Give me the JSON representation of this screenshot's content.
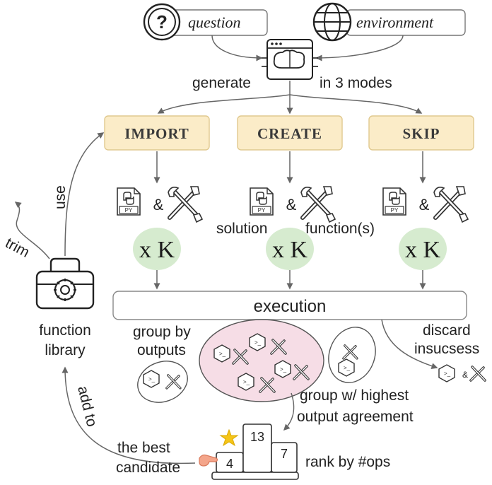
{
  "inputs": {
    "question": "question",
    "environment": "environment"
  },
  "generate": {
    "left": "generate",
    "right": "in 3 modes"
  },
  "modes": [
    {
      "label": "IMPORT"
    },
    {
      "label": "CREATE"
    },
    {
      "label": "SKIP"
    }
  ],
  "py_label": "PY",
  "amp": "&",
  "solution_label": "solution",
  "functions_label": "function(s)",
  "multiplier": "x K",
  "execution_label": "execution",
  "library": {
    "line1": "function",
    "line2": "library",
    "use": "use",
    "trim": "trim",
    "add_to": "add to"
  },
  "grouping": {
    "group_by_l1": "group by",
    "group_by_l2": "outputs",
    "discard_l1": "discard",
    "discard_l2": "insucsess",
    "highest_l1": "group w/ highest",
    "highest_l2": "output agreement"
  },
  "ranking": {
    "best_l1": "the best",
    "best_l2": "candidate",
    "rank_label": "rank by #ops",
    "values": [
      "4",
      "13",
      "7"
    ]
  },
  "colors": {
    "mode_fill": "#fbecc8",
    "mode_stroke": "#e0c98f",
    "k_fill": "#d6ebcf",
    "group_fill": "#f6dde6",
    "arrow": "#666666"
  }
}
